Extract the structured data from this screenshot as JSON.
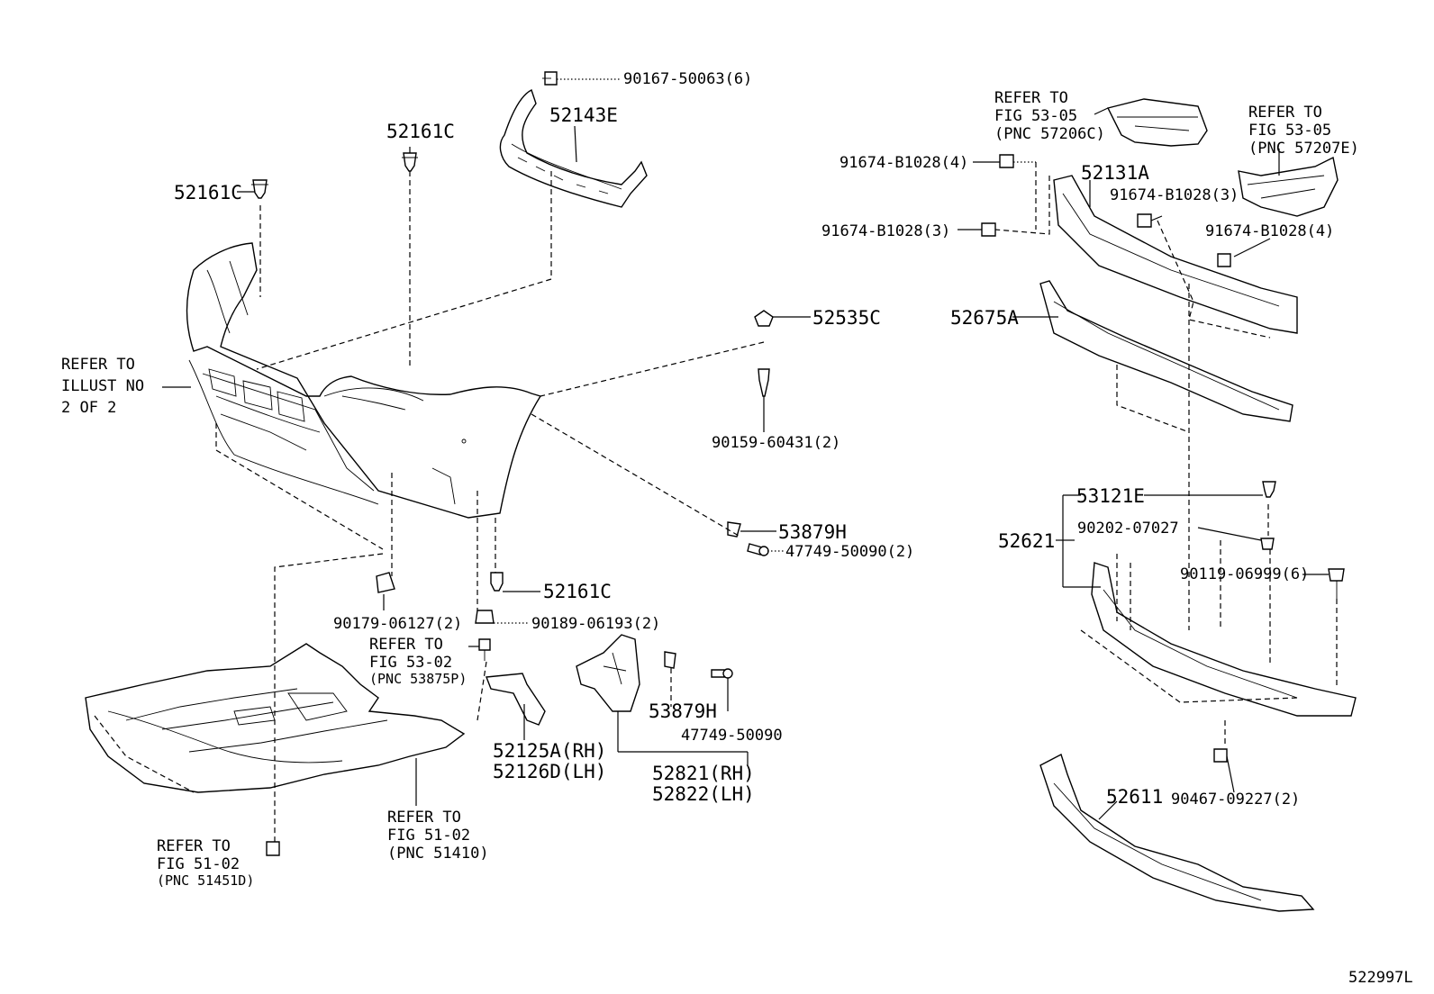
{
  "diagram_id": "522997L",
  "labels": {
    "p90167": "90167-50063(6)",
    "p52143E": "52143E",
    "p52161C_a": "52161C",
    "p52161C_b": "52161C",
    "p52161C_c": "52161C",
    "refer_illust": [
      "REFER TO",
      "ILLUST NO",
      "2 OF 2"
    ],
    "p52535C": "52535C",
    "p90159": "90159-60431(2)",
    "p53879H_a": "53879H",
    "p47749_a": "47749-50090(2)",
    "p90179": "90179-06127(2)",
    "p90189": "90189-06193(2)",
    "refer_53_02": [
      "REFER TO",
      "FIG 53-02",
      "(PNC 53875P)"
    ],
    "p52125A": "52125A(RH)",
    "p52126D": "52126D(LH)",
    "p53879H_b": "53879H",
    "p47749_b": "47749-50090",
    "p52821": "52821(RH)",
    "p52822": "52822(LH)",
    "refer_51_02_a": [
      "REFER TO",
      "FIG 51-02",
      "(PNC 51410)"
    ],
    "refer_51_02_b": [
      "REFER TO",
      "FIG 51-02",
      "(PNC 51451D)"
    ],
    "refer_53_05_a": [
      "REFER TO",
      "FIG 53-05",
      "(PNC 57206C)"
    ],
    "refer_53_05_b": [
      "REFER TO",
      "FIG 53-05",
      "(PNC 57207E)"
    ],
    "p91674_4a": "91674-B1028(4)",
    "p52131A": "52131A",
    "p91674_3a": "91674-B1028(3)",
    "p91674_3b": "91674-B1028(3)",
    "p91674_4b": "91674-B1028(4)",
    "p52675A": "52675A",
    "p53121E": "53121E",
    "p90202": "90202-07027",
    "p52621": "52621",
    "p90119": "90119-06999(6)",
    "p52611": "52611",
    "p90467": "90467-09227(2)"
  }
}
